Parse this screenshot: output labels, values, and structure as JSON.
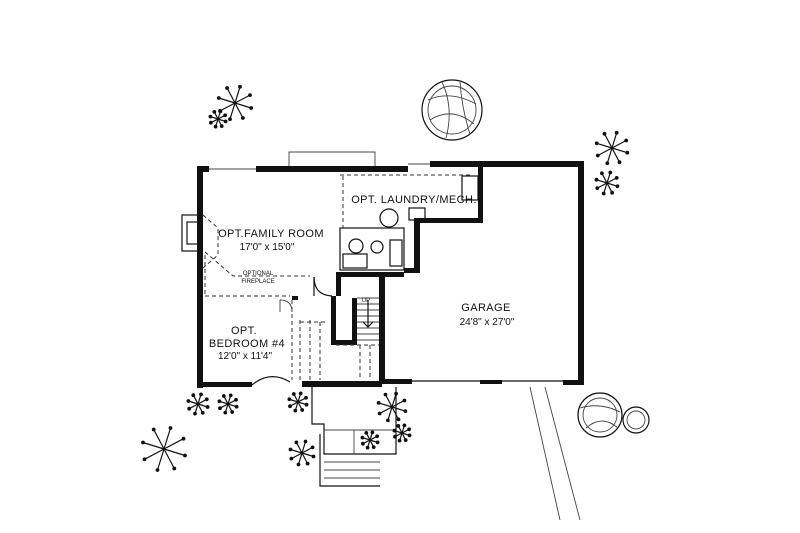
{
  "rooms": {
    "family": {
      "name": "OPT.FAMILY ROOM",
      "size": "17'0\" x 15'0\""
    },
    "laundry": {
      "name": "OPT. LAUNDRY/MECH."
    },
    "garage": {
      "name": "GARAGE",
      "size": "24'8\" x 27'0\""
    },
    "bedroom": {
      "name_line1": "OPT.",
      "name_line2": "BEDROOM #4",
      "size": "12'0\" x 11'4\""
    }
  },
  "notes": {
    "fireplace_line1": "OPTIONAL",
    "fireplace_line2": "FIREPLACE",
    "stair": "UP"
  },
  "colors": {
    "line": "#111111",
    "background": "#ffffff"
  },
  "icons": [
    "shrub-icon",
    "tree-icon",
    "stair-arrow-icon",
    "door-swing-icon"
  ]
}
